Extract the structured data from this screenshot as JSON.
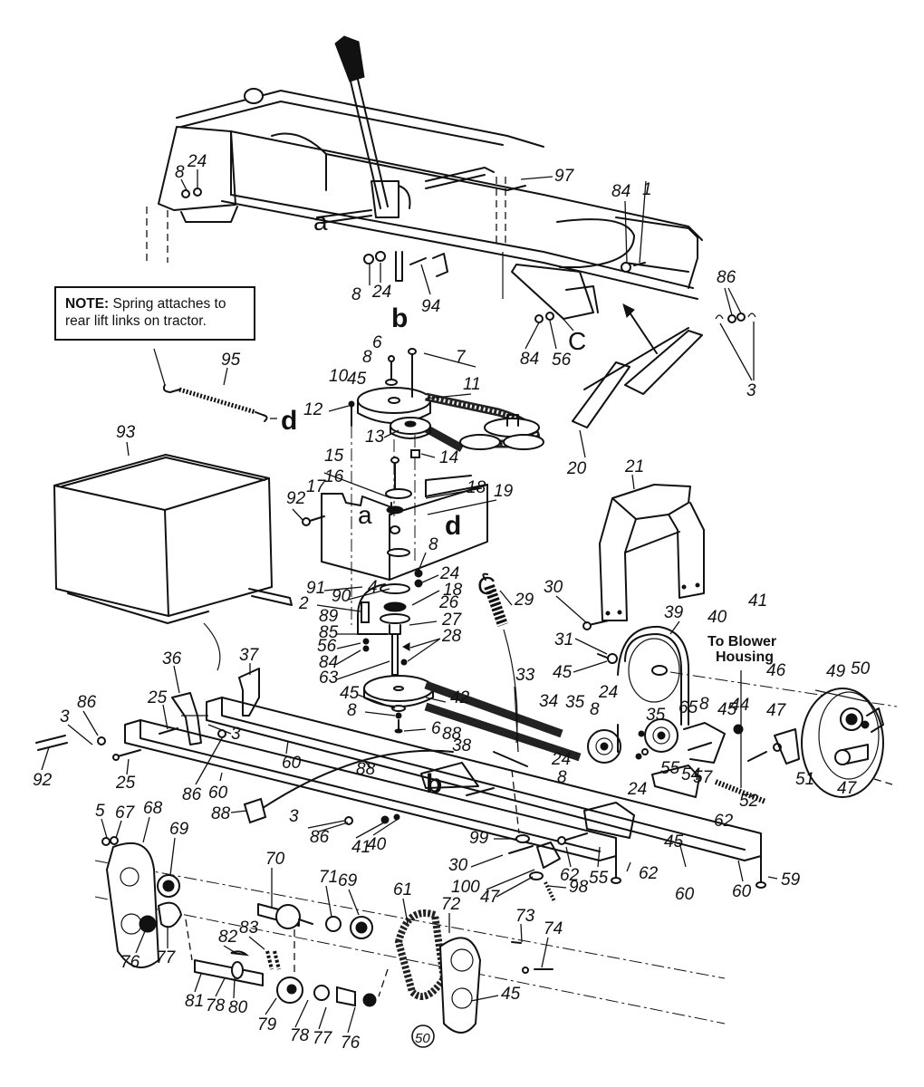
{
  "note": {
    "heading": "NOTE:",
    "text": "Spring attaches to rear lift links on tractor."
  },
  "annotation": {
    "to_blower_line1": "To Blower",
    "to_blower_line2": "Housing"
  },
  "figure_marker": "50",
  "connection_letters": {
    "a": "a",
    "b": "b",
    "c": "C",
    "d": "d"
  },
  "callouts": {
    "frame": [
      "8",
      "24",
      "97",
      "84",
      "1",
      "8",
      "24",
      "94",
      "84",
      "56",
      "86",
      "3"
    ],
    "upper_drive": [
      "6",
      "8",
      "7",
      "10",
      "45",
      "11",
      "12",
      "13",
      "14",
      "15",
      "16",
      "17",
      "18",
      "19",
      "92",
      "95"
    ],
    "lower_drive": [
      "91",
      "4",
      "90",
      "8",
      "24",
      "2",
      "89",
      "18",
      "26",
      "85",
      "27",
      "56",
      "84",
      "28",
      "63",
      "45",
      "8",
      "6",
      "42",
      "29",
      "33"
    ],
    "shield_pulleys": [
      "20",
      "21",
      "30",
      "31",
      "39",
      "40",
      "41",
      "45",
      "34",
      "35",
      "8",
      "24",
      "35",
      "65",
      "8",
      "45",
      "44",
      "46",
      "47",
      "49",
      "50",
      "51",
      "47",
      "52",
      "54",
      "57",
      "55",
      "24",
      "8",
      "24",
      "45",
      "62",
      "62",
      "55",
      "62",
      "60",
      "60",
      "59"
    ],
    "frame_lower": [
      "93",
      "36",
      "37",
      "25",
      "25",
      "86",
      "3",
      "92",
      "3",
      "86",
      "60",
      "60",
      "88",
      "88",
      "38",
      "88",
      "3",
      "86",
      "41",
      "40",
      "99",
      "30",
      "100",
      "47",
      "98"
    ],
    "chaincase": [
      "5",
      "67",
      "68",
      "69",
      "76",
      "77",
      "70",
      "71",
      "69",
      "82",
      "83",
      "81",
      "78",
      "80",
      "79",
      "78",
      "77",
      "76",
      "61",
      "72",
      "73",
      "74",
      "45"
    ]
  }
}
